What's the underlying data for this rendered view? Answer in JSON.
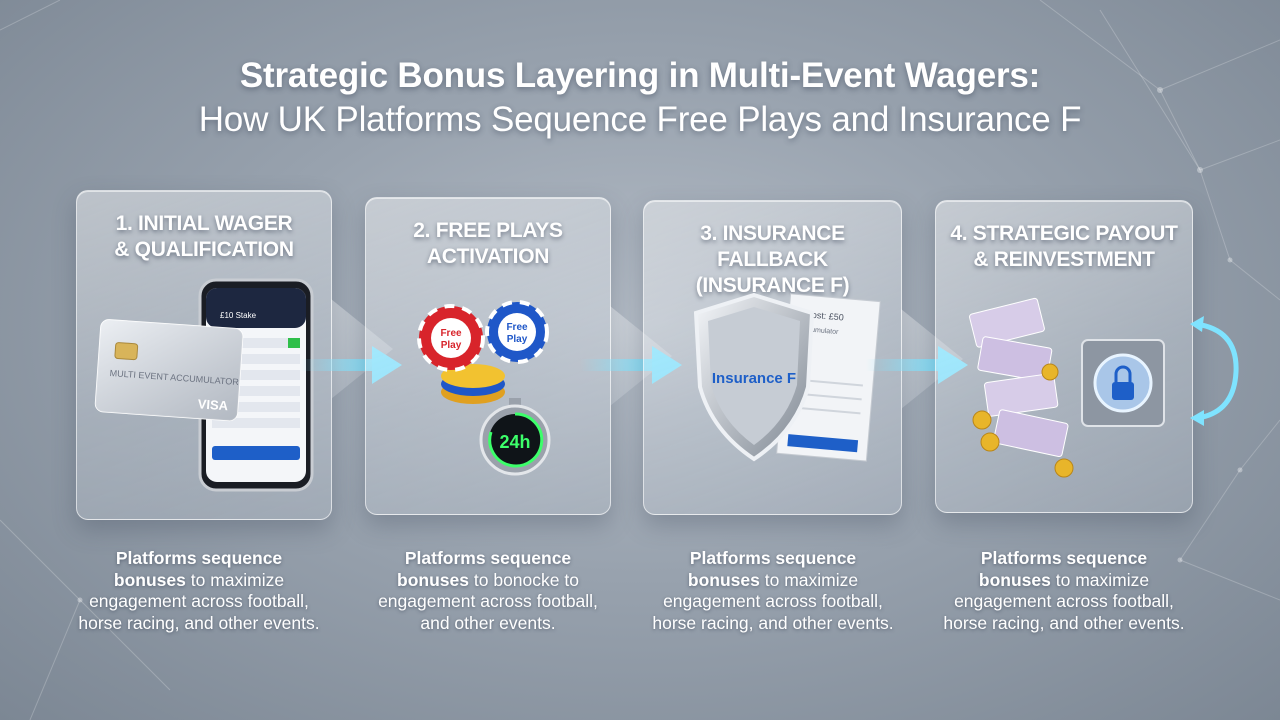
{
  "title": {
    "line1": "Strategic Bonus Layering in Multi-Event Wagers:",
    "line2": "How UK Platforms Sequence Free Plays and Insurance F"
  },
  "steps": [
    {
      "label_l1": "1. INITIAL WAGER",
      "label_l2": "& QUALIFICATION",
      "desc_bold1": "Platforms sequence",
      "desc_bold2": "bonuses",
      "desc_rest": "to maximize",
      "desc_l3": "engagement across football,",
      "desc_l4": "horse racing, and other events."
    },
    {
      "label_l1": "2. FREE PLAYS",
      "label_l2": "ACTIVATION",
      "desc_bold1": "Platforms sequence",
      "desc_bold2": "bonuses",
      "desc_rest": "to bonocke to",
      "desc_l3": "engagement across football,",
      "desc_l4": "and other events."
    },
    {
      "label_l1": "3. INSURANCE FALLBACK",
      "label_l2": "(INSURANCE F)",
      "desc_bold1": "Platforms sequence",
      "desc_bold2": "bonuses",
      "desc_rest": "to maximize",
      "desc_l3": "engagement across football,",
      "desc_l4": "horse racing, and other events."
    },
    {
      "label_l1": "4. STRATEGIC PAYOUT",
      "label_l2": "& REINVESTMENT",
      "desc_bold1": "Platforms sequence",
      "desc_bold2": "bonuses",
      "desc_rest": "to maximize",
      "desc_l3": "engagement across football,",
      "desc_l4": "horse racing, and other events."
    }
  ],
  "illustrations": {
    "card_text": "MULTI EVENT ACCUMULATOR",
    "card_brand": "VISA",
    "phone_header": "£10 Stake",
    "chip_text_l1": "Free",
    "chip_text_l2": "Play",
    "timer_text": "24h",
    "shield_text": "Insurance F",
    "ticket_title": "Lost: £50",
    "ticket_sub": "Accumulator"
  },
  "colors": {
    "arrow": "#7fe3ff",
    "accent_blue": "#1e5fc8",
    "timer_green": "#3cff6a"
  }
}
